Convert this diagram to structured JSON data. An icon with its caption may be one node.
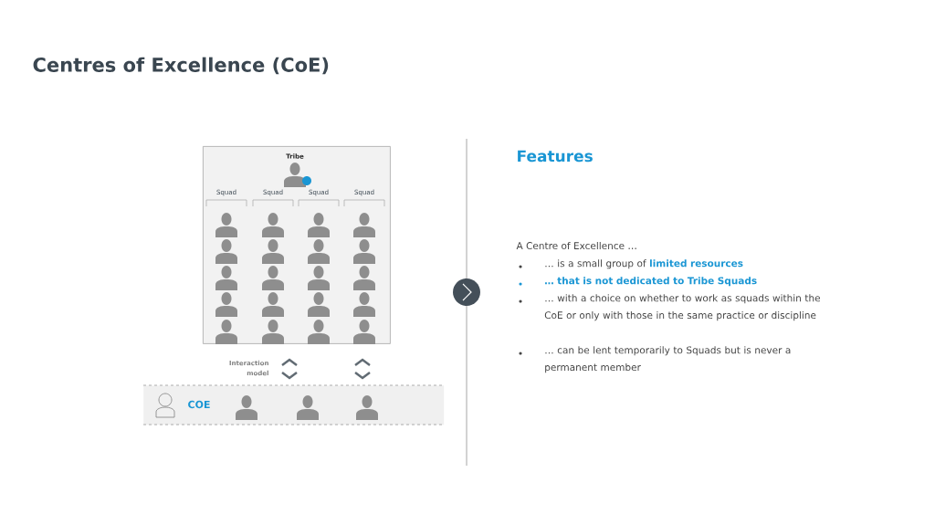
{
  "diagram": {
    "title": "Centres of Excellence (CoE)",
    "nodes": [
      {
        "text": [
          "Tribe"
        ]
      },
      {
        "text": [
          "COE"
        ]
      }
    ],
    "labels": [
      "Squad",
      "Squad",
      "Squad",
      "Squad",
      "Interaction model",
      "Features",
      "A Centre of Excellence …",
      "… is a small group of **limited resources**",
      "… that is not dedicated to Tribe Squads",
      "… with a choice on whether to work as squads within the CoE or only with those in the same practice or discipline",
      "… can be lent temporarily to Squads but is never a permanent member"
    ]
  }
}
